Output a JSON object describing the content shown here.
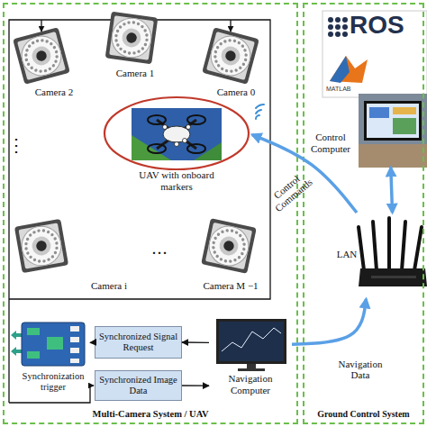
{
  "diagram": {
    "nodes": [
      {
        "text": [
          "Multi-Camera System / UAV"
        ]
      },
      {
        "text": [
          "Camera 2"
        ],
        "in": 0
      },
      {
        "text": [
          "Camera 1"
        ],
        "in": 0
      },
      {
        "text": [
          "Camera 0"
        ],
        "in": 0
      },
      {
        "text": [
          "UAV with onboard markers"
        ],
        "in": 0
      },
      {
        "text": [
          "Camera i"
        ],
        "in": 0
      },
      {
        "text": [
          "Camera M −1"
        ],
        "in": 0
      },
      {
        "text": [
          "Synchronization trigger"
        ],
        "in": 0
      },
      {
        "text": [
          "Synchronized Signal Request"
        ],
        "in": 0
      },
      {
        "text": [
          "Synchronized Image Data"
        ],
        "in": 0
      },
      {
        "text": [
          "Navigation Computer"
        ],
        "in": 0
      },
      {
        "text": [
          "Ground Control System"
        ]
      },
      {
        "text": [
          "Control Computer"
        ],
        "in": 11
      },
      {
        "text": [
          "LAN"
        ],
        "in": 11
      }
    ],
    "edges": [
      {
        "from": 10,
        "to": 8,
        "arrow": "to"
      },
      {
        "from": 8,
        "to": 7,
        "arrow": "to"
      },
      {
        "from": 9,
        "to": 10,
        "arrow": "to"
      },
      {
        "from": 13,
        "to": 4,
        "label": "Control Commands",
        "arrow": "to"
      },
      {
        "from": 12,
        "to": 13,
        "arrow": "both"
      },
      {
        "from": 10,
        "to": 13,
        "label": "Navigation Data",
        "arrow": "to"
      }
    ],
    "labels": [
      "⋮",
      "…",
      "ROS",
      "MATLAB"
    ]
  }
}
